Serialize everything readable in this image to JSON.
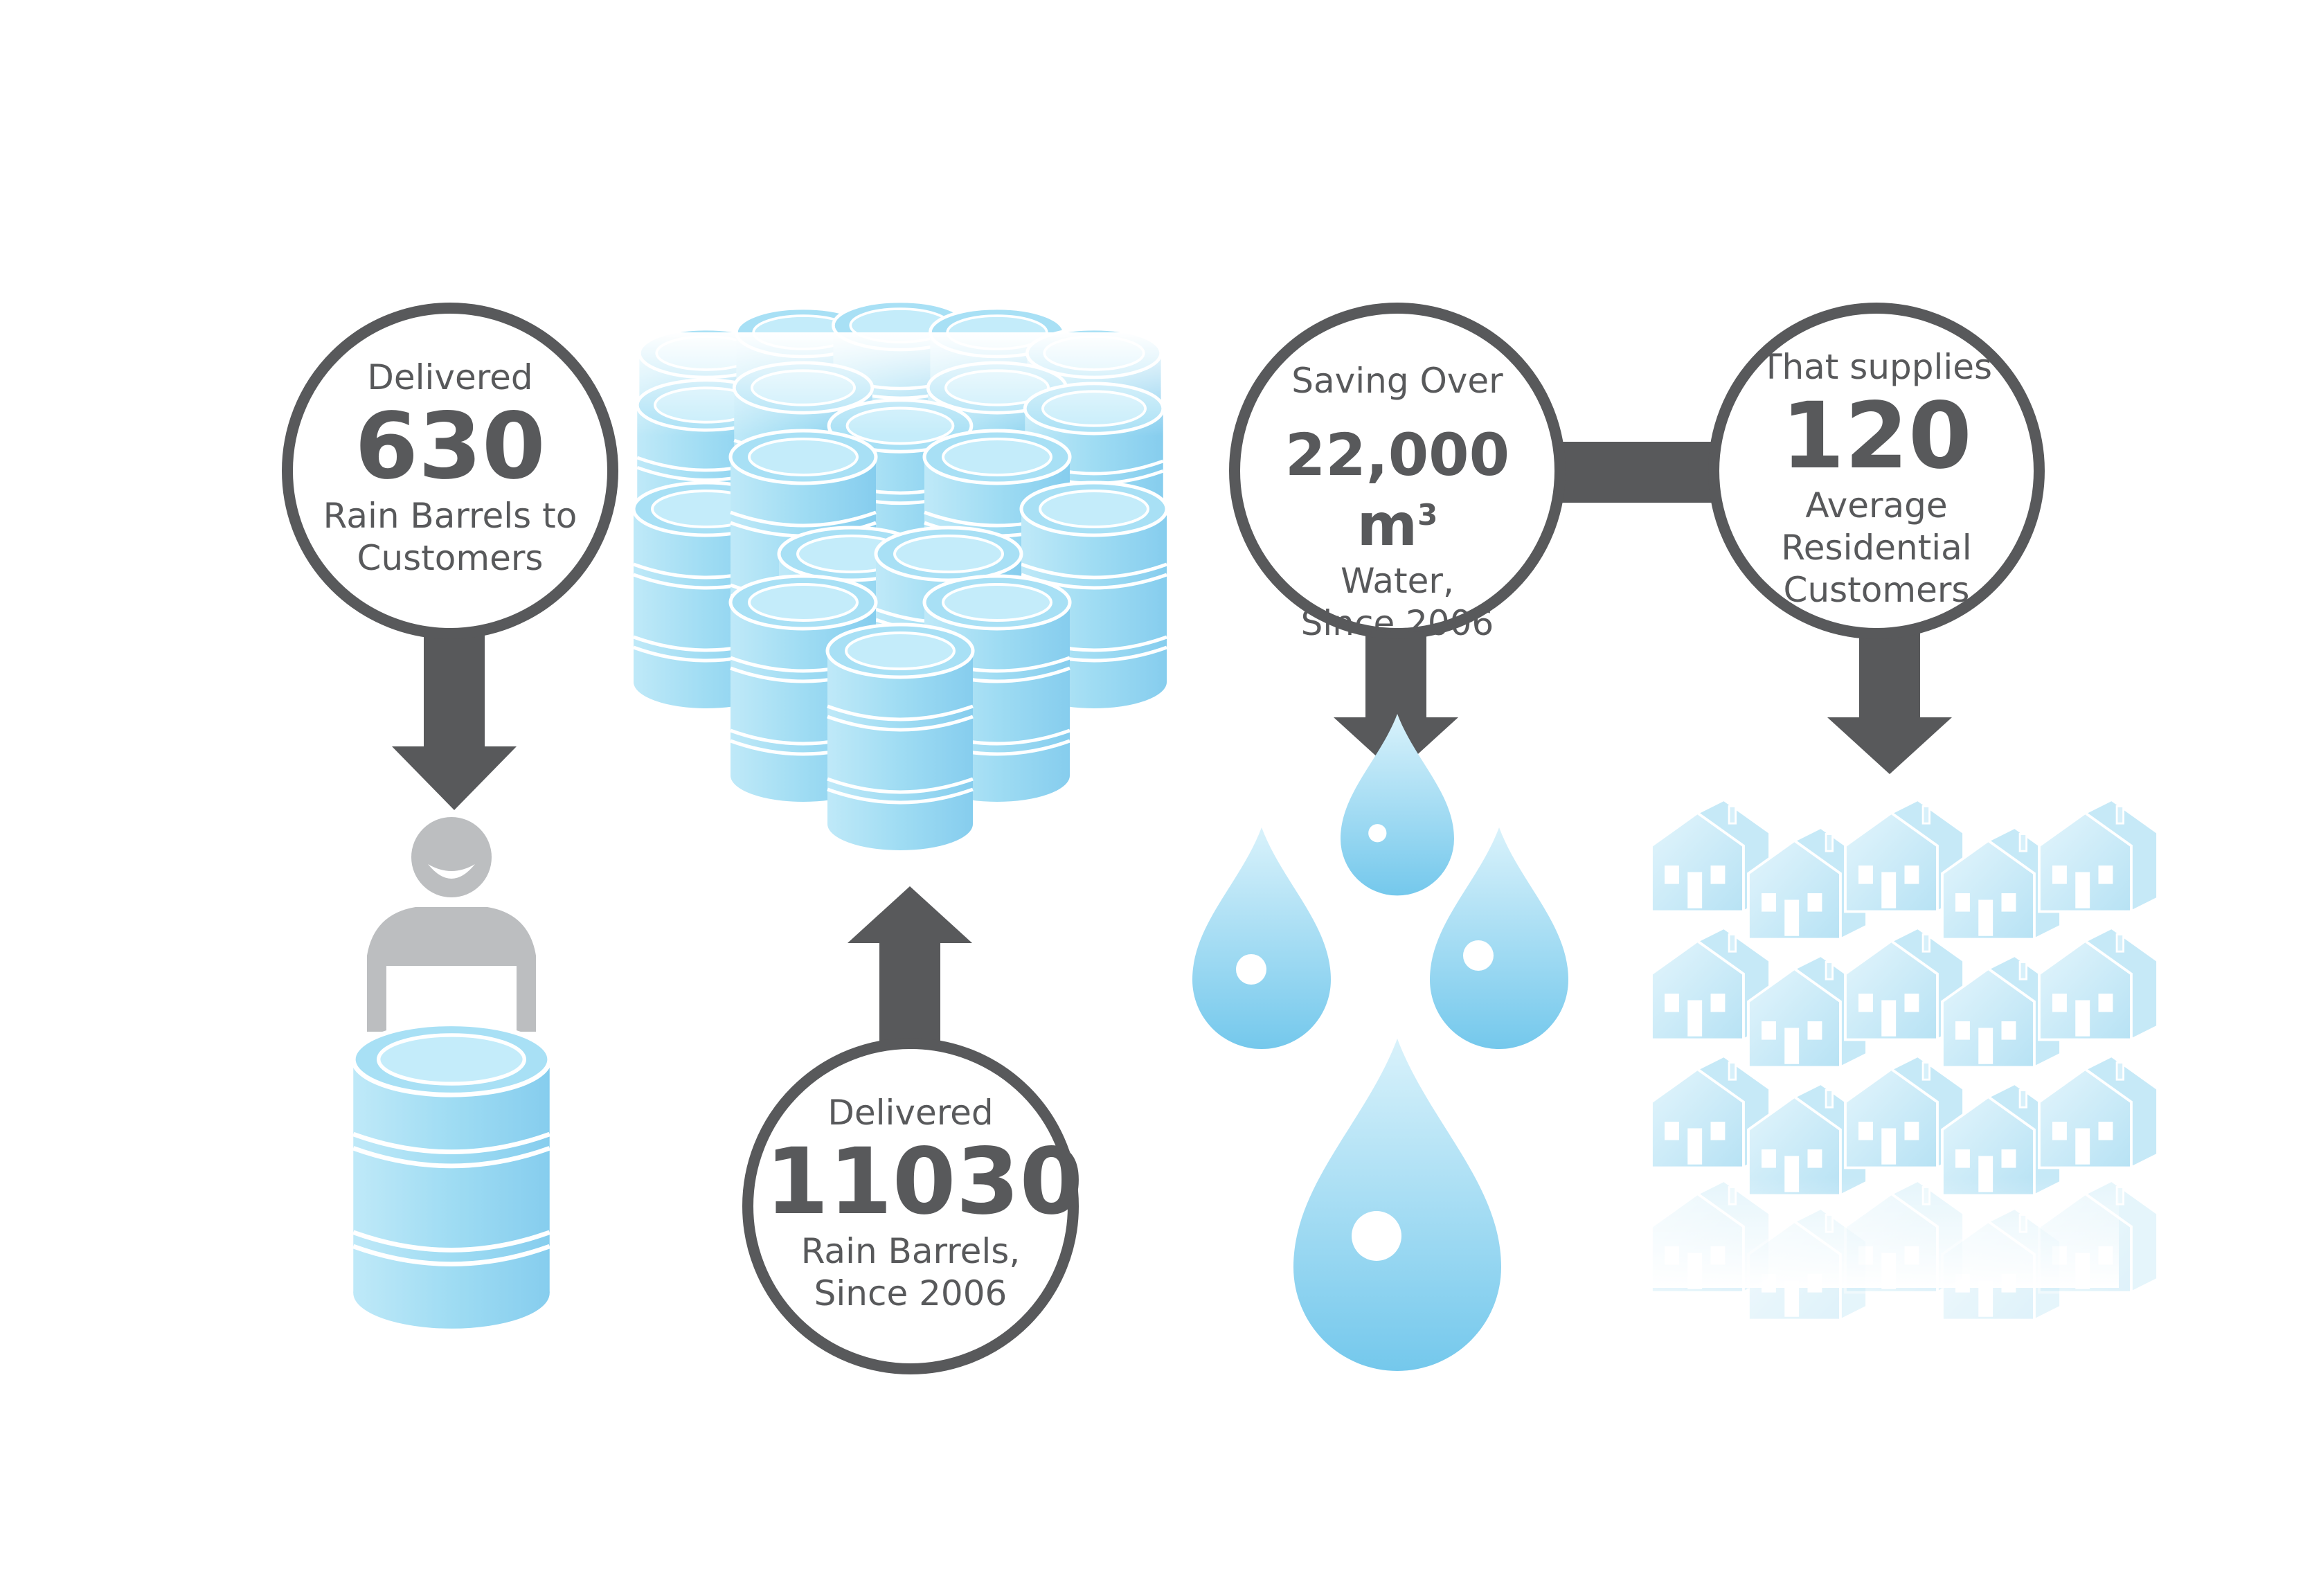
{
  "colors": {
    "dark": "#58595b",
    "water_light": "#cdeef9",
    "water_mid": "#8fd3ef",
    "water_dark": "#6fc6ea",
    "person": "#bcbec0"
  },
  "stat_customers": {
    "line1": "Delivered",
    "number": "630",
    "line2": "Rain Barrels to",
    "line3": "Customers"
  },
  "stat_total": {
    "line1": "Delivered",
    "number": "11030",
    "line2": "Rain Barrels,",
    "line3": "Since 2006"
  },
  "stat_saving": {
    "line1": "Saving Over",
    "number": "22,000 m",
    "unit_superscript": "3",
    "line2": "Water,",
    "line3": "Since 2006"
  },
  "stat_supplies": {
    "line1": "That supplies",
    "number": "120",
    "line2": "Average",
    "line3": "Residential",
    "line4": "Customers"
  },
  "icons": [
    "person-with-barrel-icon",
    "barrel-stack-icon",
    "water-drops-icon",
    "houses-icon"
  ]
}
